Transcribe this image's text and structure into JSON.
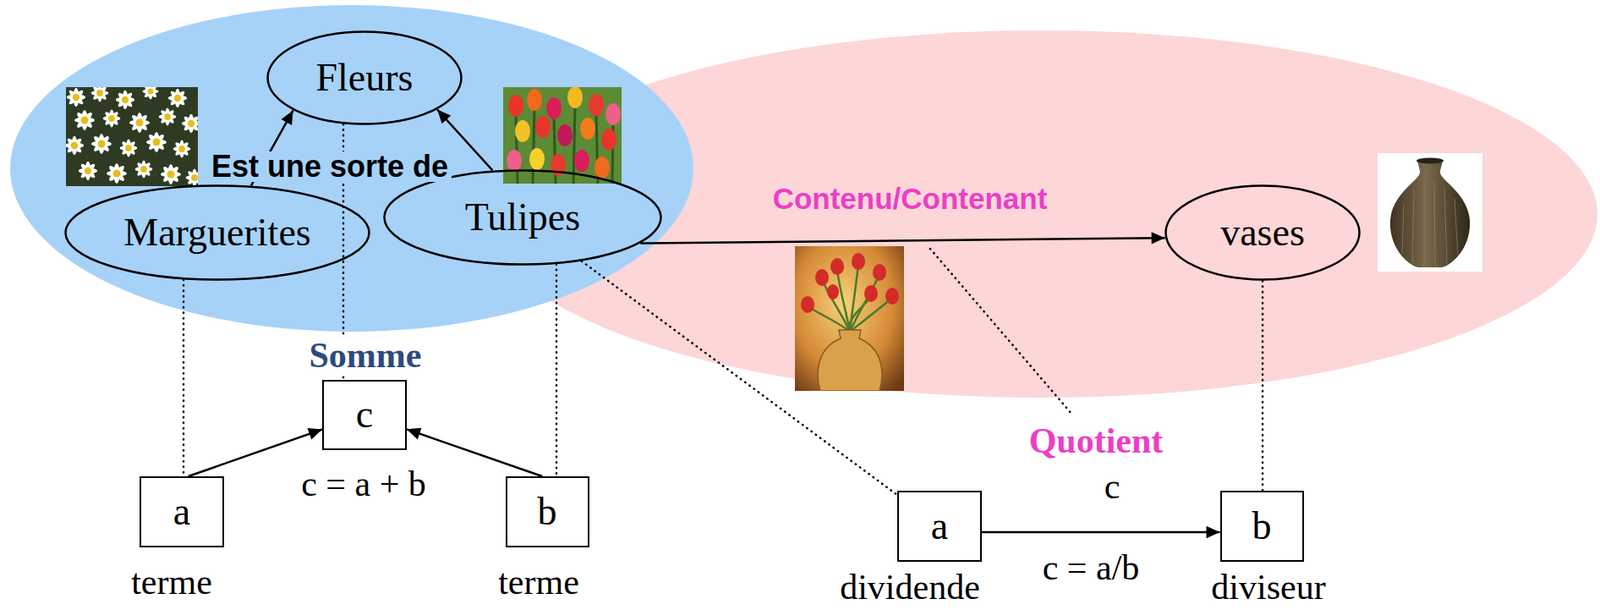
{
  "diagram": {
    "nodes": [
      {
        "text": [
          "Fleurs"
        ]
      },
      {
        "text": [
          "Marguerites"
        ]
      },
      {
        "text": [
          "Tulipes"
        ]
      },
      {
        "text": [
          "vases"
        ]
      },
      {
        "text": [
          "c"
        ]
      },
      {
        "text": [
          "a"
        ]
      },
      {
        "text": [
          "b"
        ]
      },
      {
        "text": [
          "a"
        ]
      },
      {
        "text": [
          "b"
        ]
      }
    ],
    "edges": [
      {
        "from": 1,
        "to": 0,
        "arrow": "to"
      },
      {
        "from": 2,
        "to": 0,
        "arrow": "to"
      },
      {
        "from": 2,
        "to": 3,
        "label": "Contenu/Contenant",
        "arrow": "to"
      },
      {
        "from": 5,
        "to": 4,
        "arrow": "to"
      },
      {
        "from": 6,
        "to": 4,
        "arrow": "to"
      },
      {
        "from": 7,
        "to": 8,
        "label": "c = a/b",
        "arrow": "to"
      },
      {
        "from": 1,
        "to": 5,
        "arrow": "none"
      },
      {
        "from": 0,
        "to": 4,
        "arrow": "none"
      },
      {
        "from": 2,
        "to": 6,
        "arrow": "none"
      },
      {
        "from": 2,
        "to": 7,
        "arrow": "none"
      },
      {
        "from": 3,
        "to": 8,
        "arrow": "none"
      }
    ],
    "labels": [
      "Est une sorte de",
      "Somme",
      "c = a + b",
      "terme",
      "terme",
      "Quotient",
      "c",
      "dividende",
      "diviseur"
    ]
  }
}
